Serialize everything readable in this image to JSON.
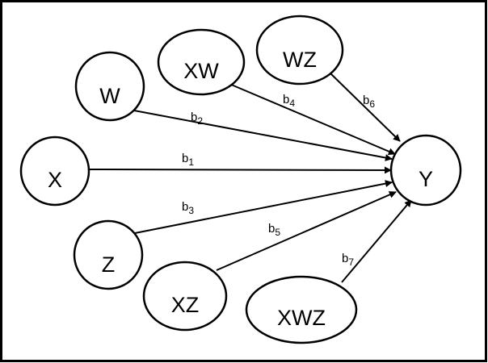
{
  "nodes": {
    "x": "X",
    "w": "W",
    "z": "Z",
    "xw": "XW",
    "wz": "WZ",
    "xz": "XZ",
    "xwz": "XWZ",
    "y": "Y"
  },
  "edges": {
    "x_y": {
      "base": "b",
      "sub": "1"
    },
    "w_y": {
      "base": "b",
      "sub": "2"
    },
    "z_y": {
      "base": "b",
      "sub": "3"
    },
    "xw_y": {
      "base": "b",
      "sub": "4"
    },
    "xz_y": {
      "base": "b",
      "sub": "5"
    },
    "wz_y": {
      "base": "b",
      "sub": "6"
    },
    "xwz_y": {
      "base": "b",
      "sub": "7"
    }
  }
}
